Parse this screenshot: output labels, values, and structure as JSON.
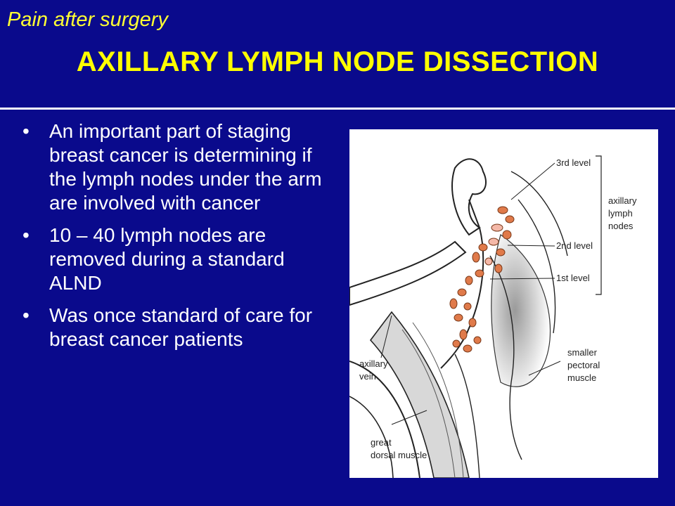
{
  "slide": {
    "topic": "Pain after surgery",
    "title": "AXILLARY LYMPH NODE DISSECTION"
  },
  "bullets": [
    "An important part of staging breast cancer is determining if the lymph nodes under the arm are involved with cancer",
    "10 – 40 lymph nodes are removed during a standard ALND",
    "Was once standard of care for breast cancer patients"
  ],
  "figure": {
    "labels": {
      "level3": "3rd level",
      "level2": "2nd level",
      "level1": "1st level",
      "axillary_lymph_nodes": [
        "axillary",
        "lymph",
        "nodes"
      ],
      "axillary_vein": [
        "axillary",
        "vein"
      ],
      "smaller_pectoral_muscle": [
        "smaller",
        "pectoral",
        "muscle"
      ],
      "great_dorsal_muscle": [
        "great",
        "dorsal muscle"
      ]
    },
    "colors": {
      "node": "#e07a4a",
      "node_light": "#f4b8a8"
    }
  },
  "colors": {
    "background": "#0a0a8c",
    "title": "#ffff00",
    "text": "#ffffff"
  }
}
